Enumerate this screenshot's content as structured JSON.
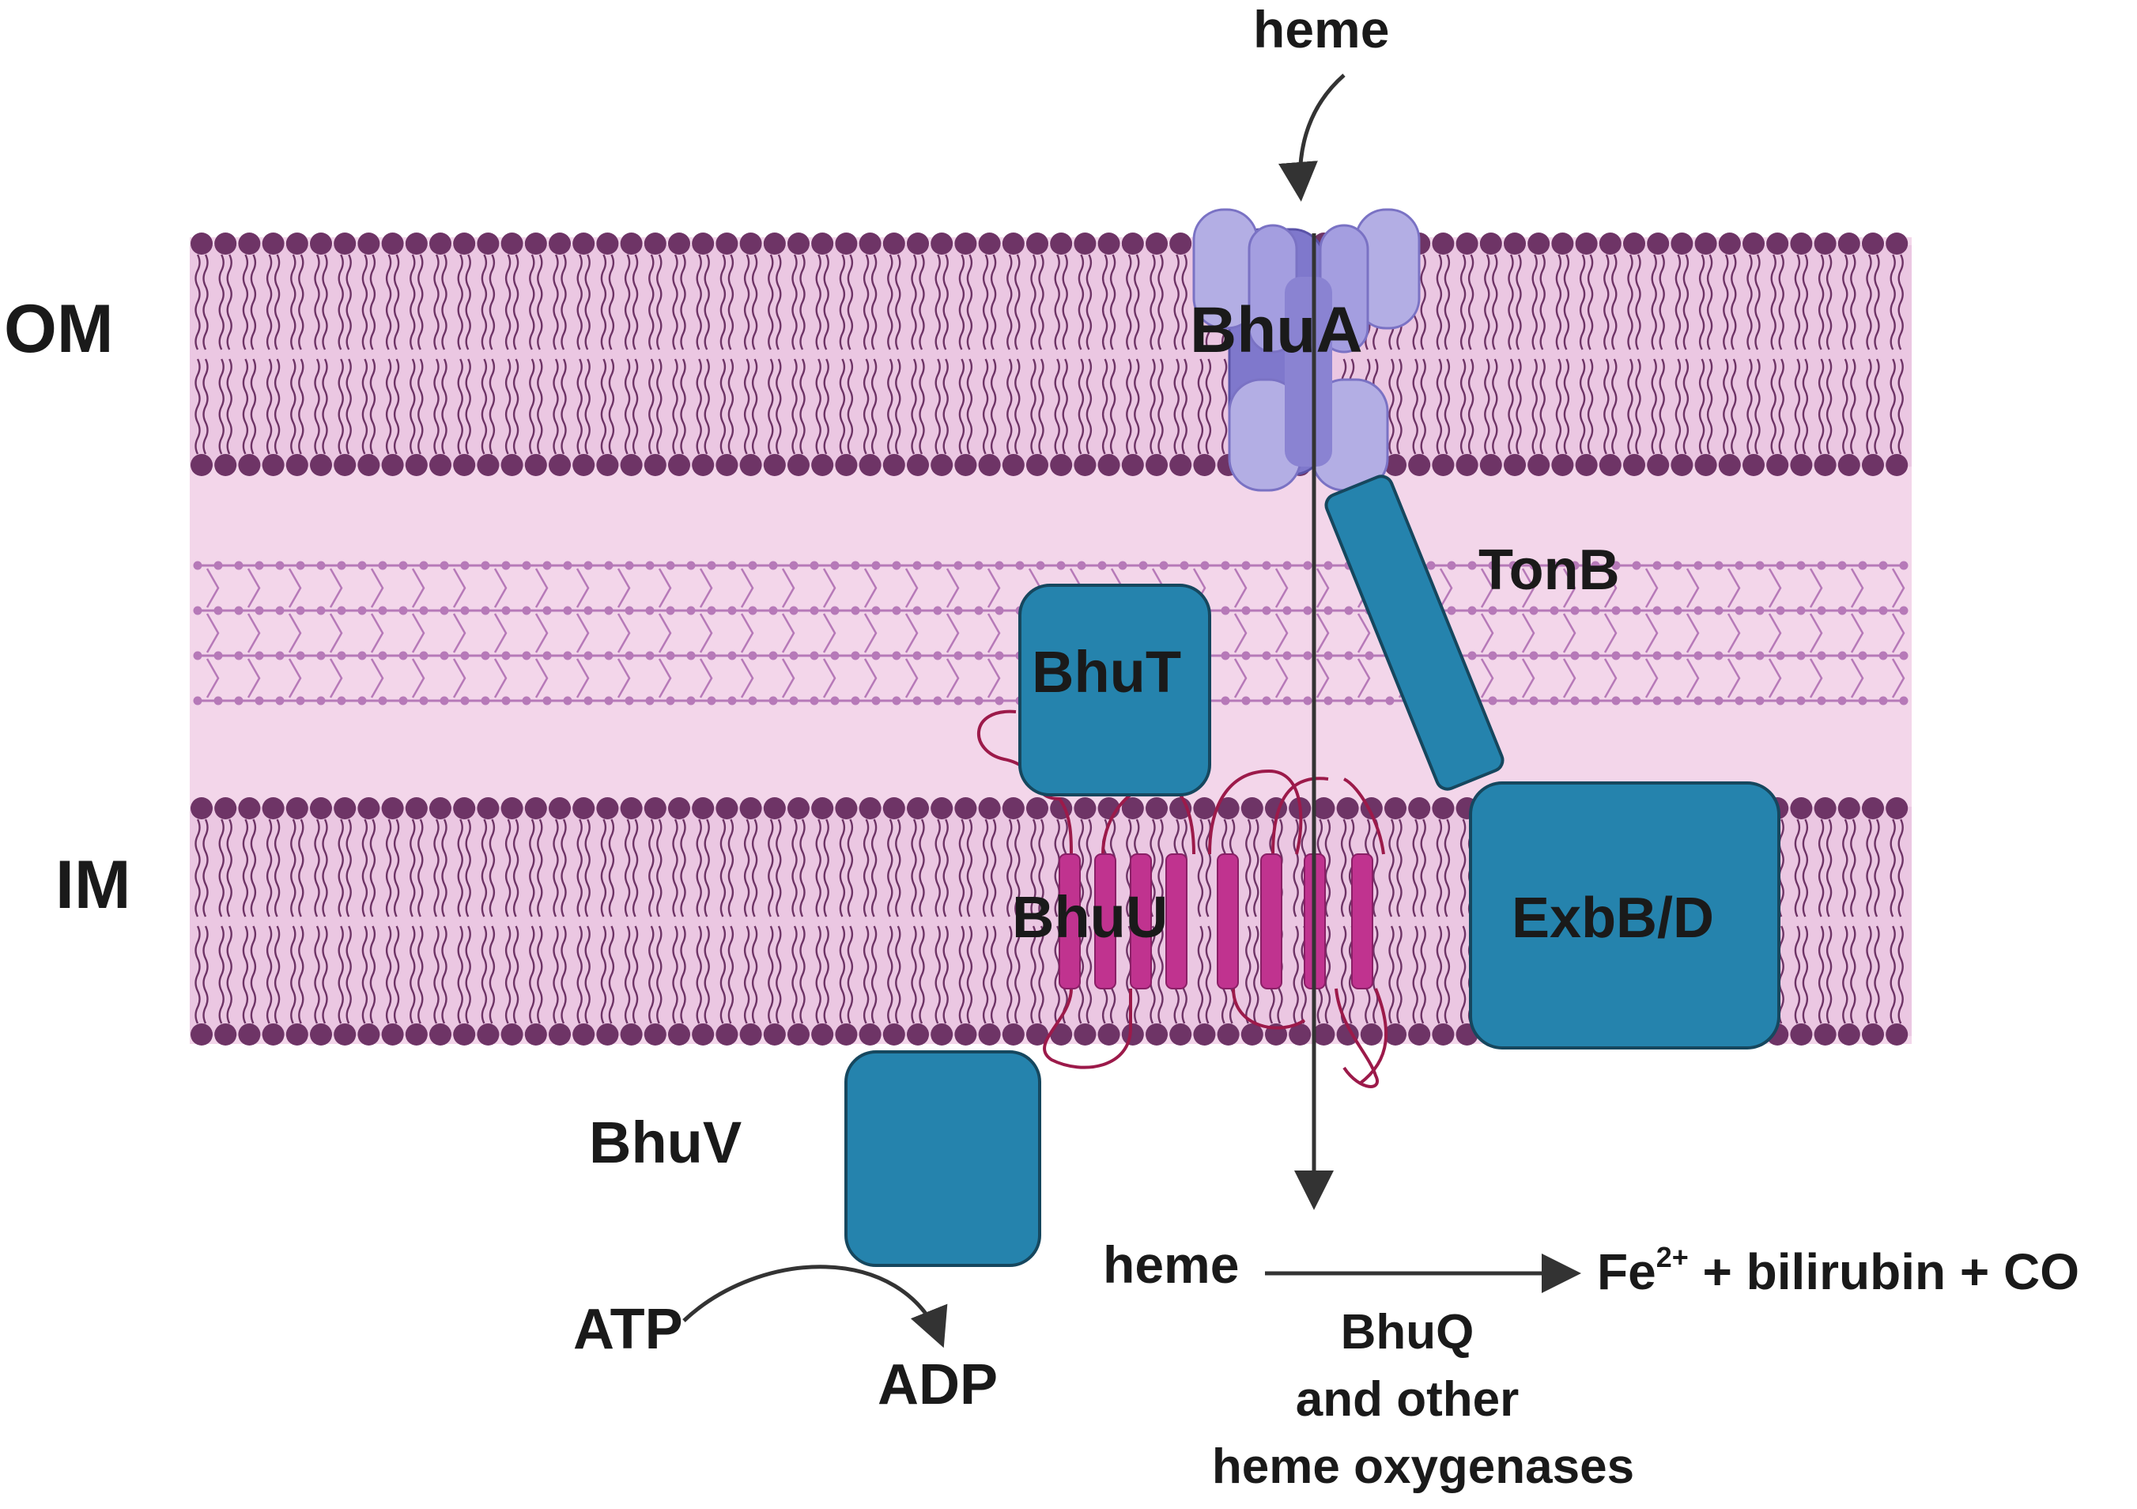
{
  "colors": {
    "lipid_head": "#6e3466",
    "membrane_fill": "#ebc7e2",
    "periplasm_fill": "#f3d6ea",
    "peptidoglycan": "#b679b8",
    "protein_teal": "#2583ad",
    "protein_edge": "#16475e",
    "bhua_light": "#b3aee4",
    "bhua_dark": "#7f78cc",
    "bhuu_helix": "#c0338f",
    "loop": "#9c1a4a",
    "text": "#1a1a1a"
  },
  "layers": {
    "outer_membrane": "OM",
    "inner_membrane": "IM"
  },
  "proteins": {
    "bhua": "BhuA",
    "tonb": "TonB",
    "bhut": "BhuT",
    "bhuu": "BhuU",
    "exbbd": "ExbB/D",
    "bhuv": "BhuV"
  },
  "labels": {
    "heme_top": "heme",
    "heme_bottom": "heme",
    "atp": "ATP",
    "adp": "ADP",
    "products_base": "Fe",
    "products_sup": "2+",
    "products_rest": " + bilirubin + CO",
    "enzyme_line1": "BhuQ",
    "enzyme_line2": "and other",
    "enzyme_line3": "heme oxygenases"
  }
}
